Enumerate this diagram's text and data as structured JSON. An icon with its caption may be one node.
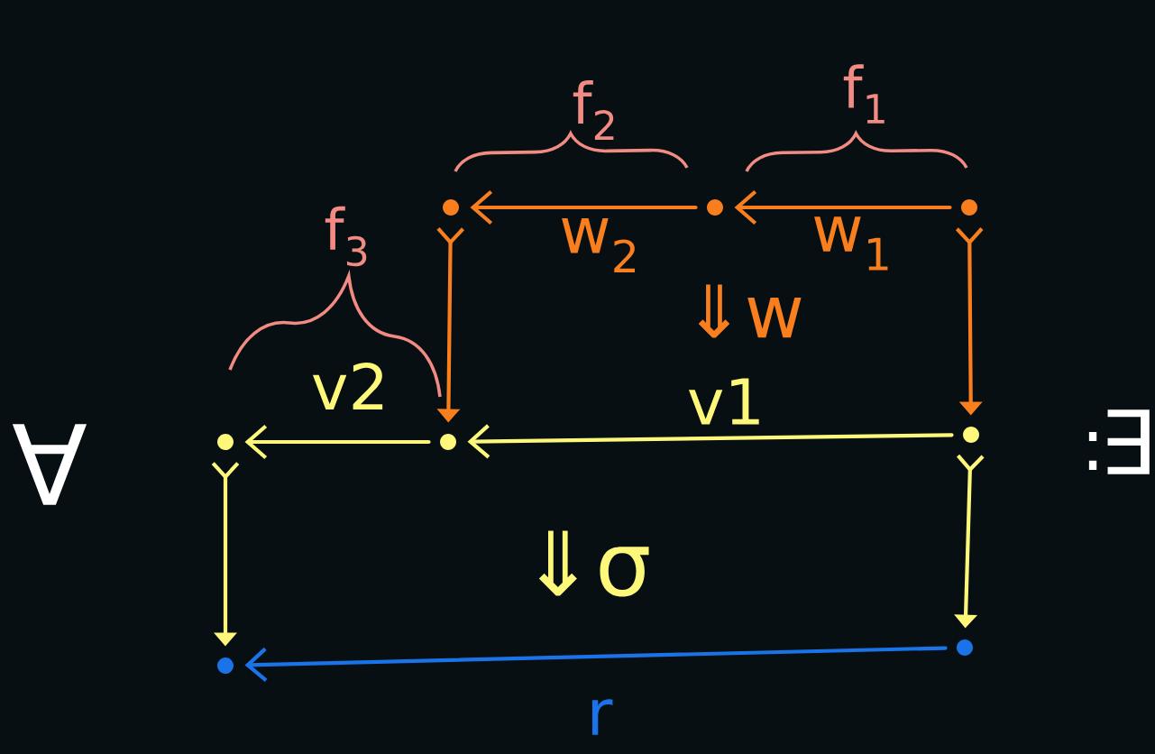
{
  "diagram": {
    "nodes": [
      {
        "text": [],
        "shape": "circle"
      },
      {
        "text": [],
        "shape": "circle"
      },
      {
        "text": [],
        "shape": "circle"
      },
      {
        "text": [],
        "shape": "circle"
      },
      {
        "text": [],
        "shape": "circle"
      },
      {
        "text": [],
        "shape": "circle"
      },
      {
        "text": [],
        "shape": "circle"
      },
      {
        "text": [],
        "shape": "circle"
      }
    ],
    "edges": [
      {
        "from": 1,
        "to": 0,
        "arrow": "to",
        "label": "w$_{2}$",
        "color": "#f97f1e"
      },
      {
        "from": 2,
        "to": 1,
        "arrow": "to",
        "label": "w$_{1}$",
        "color": "#f97f1e"
      },
      {
        "from": 0,
        "to": 4,
        "arrow": "to",
        "color": "#f97f1e"
      },
      {
        "from": 2,
        "to": 5,
        "arrow": "to",
        "color": "#f97f1e"
      },
      {
        "from": 4,
        "to": 3,
        "arrow": "to",
        "label": "v2",
        "color": "#fdf77a"
      },
      {
        "from": 5,
        "to": 4,
        "arrow": "to",
        "label": "v1",
        "color": "#fdf77a"
      },
      {
        "from": 3,
        "to": 6,
        "arrow": "to",
        "color": "#fdf77a"
      },
      {
        "from": 5,
        "to": 7,
        "arrow": "to",
        "color": "#fdf77a"
      },
      {
        "from": 7,
        "to": 6,
        "arrow": "to",
        "label": "r",
        "color": "#1a73e8"
      }
    ],
    "labels": [
      "∀",
      "f$_{2}$",
      "f$_{1}$",
      "f$_{3}$",
      "⇓w",
      "⇓σ",
      ":",
      "∃"
    ]
  }
}
